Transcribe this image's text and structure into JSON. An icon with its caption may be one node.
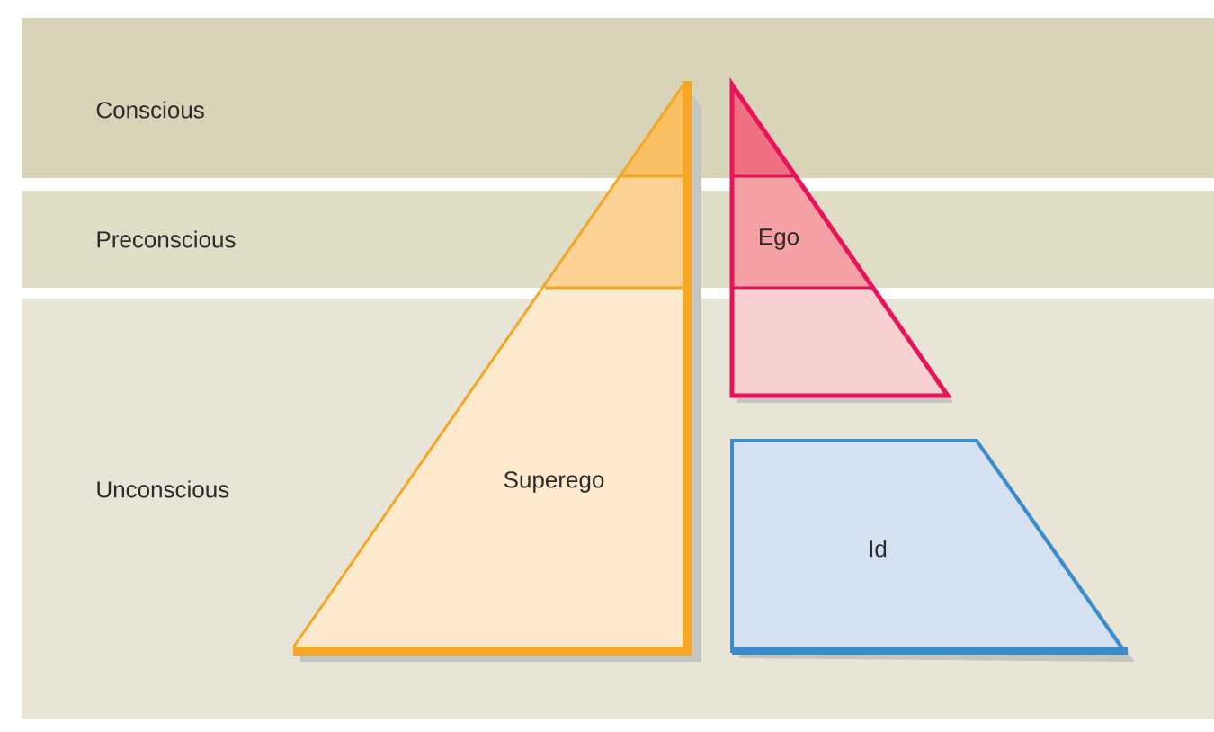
{
  "diagram": {
    "nodes": [
      {
        "text": [
          "Conscious"
        ]
      },
      {
        "text": [
          "Preconscious"
        ]
      },
      {
        "text": [
          "Unconscious"
        ]
      },
      {
        "text": [
          "Superego"
        ]
      },
      {
        "text": [
          "Ego"
        ]
      },
      {
        "text": [
          "Id"
        ],
        "in": 2
      }
    ]
  }
}
